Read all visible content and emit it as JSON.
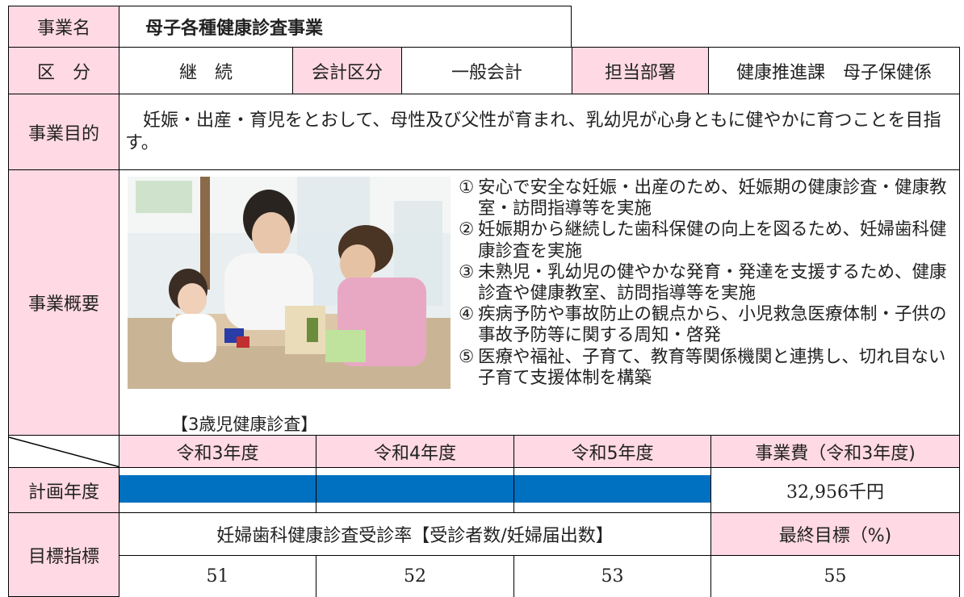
{
  "header": {
    "name_label": "事業名",
    "name_value": "母子各種健康診査事業"
  },
  "category_row": {
    "label": "区　分",
    "value": "継　続",
    "accounting_label": "会計区分",
    "accounting_value": "一般会計",
    "department_label": "担当部署",
    "department_value": "健康推進課　母子保健係"
  },
  "purpose": {
    "label": "事業目的",
    "text": "　妊娠・出産・育児をとおして、母性及び父性が育まれ、乳幼児が心身ともに健やかに育つことを目指す。"
  },
  "overview": {
    "label": "事業概要",
    "photo_caption": "【3歳児健康診査】",
    "items": [
      {
        "num": "①",
        "text": "安心で安全な妊娠・出産のため、妊娠期の健康診査・健康教室・訪問指導等を実施"
      },
      {
        "num": "②",
        "text": "妊娠期から継続した歯科保健の向上を図るため、妊婦歯科健康診査を実施"
      },
      {
        "num": "③",
        "text": "未熟児・乳幼児の健やかな発育・発達を支援するため、健康診査や健康教室、訪問指導等を実施"
      },
      {
        "num": "④",
        "text": "疾病予防や事故防止の観点から、小児救急医療体制・子供の事故予防等に関する周知・啓発"
      },
      {
        "num": "⑤",
        "text": "医療や福祉、子育て、教育等関係機関と連携し、切れ目ない子育て支援体制を構築"
      }
    ]
  },
  "schedule": {
    "years": [
      "令和3年度",
      "令和4年度",
      "令和5年度"
    ],
    "cost_header": "事業費（令和3年度)",
    "plan_label": "計画年度",
    "cost_value": "32,956千円",
    "bar_color": "#0070c0"
  },
  "indicator": {
    "label": "目標指標",
    "name": "妊婦歯科健康診査受診率【受診者数/妊婦届出数】",
    "final_label": "最終目標（%)",
    "values": [
      "51",
      "52",
      "53"
    ],
    "final_value": "55"
  }
}
